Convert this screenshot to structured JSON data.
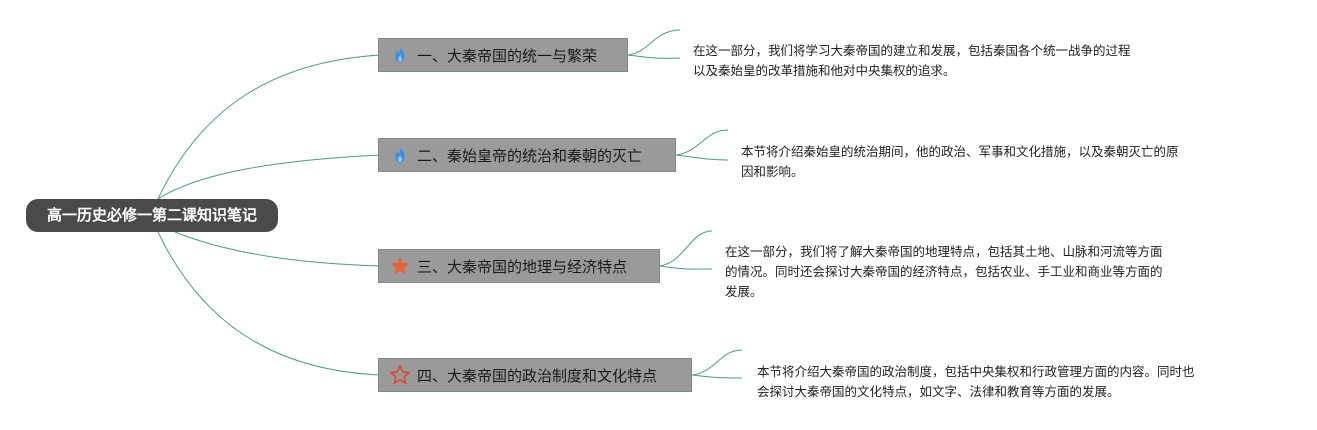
{
  "root": {
    "label": "高一历史必修一第二课知识笔记"
  },
  "branches": [
    {
      "icon": "fire-icon",
      "icon_color": "#3d8fe0",
      "label": "一、大秦帝国的统一与繁荣",
      "desc_lines": [
        "在这一部分，我们将学习大秦帝国的建立和发展，包括秦国各个统一战争的过程",
        "以及秦始皇的改革措施和他对中央集权的追求。"
      ]
    },
    {
      "icon": "fire-icon",
      "icon_color": "#3d8fe0",
      "label": "二、秦始皇帝的统治和秦朝的灭亡",
      "desc_lines": [
        "本节将介绍秦始皇的统治期间，他的政治、军事和文化措施，以及秦朝灭亡的原",
        "因和影响。"
      ]
    },
    {
      "icon": "star-filled-icon",
      "icon_color": "#e8643a",
      "label": "三、大秦帝国的地理与经济特点",
      "desc_lines": [
        "在这一部分，我们将了解大秦帝国的地理特点，包括其土地、山脉和河流等方面",
        "的情况。同时还会探讨大秦帝国的经济特点，包括农业、手工业和商业等方面的",
        "发展。"
      ]
    },
    {
      "icon": "star-outline-icon",
      "icon_color": "#e0412e",
      "label": "四、大秦帝国的政治制度和文化特点",
      "desc_lines": [
        "本节将介绍大秦帝国的政治制度，包括中央集权和行政管理方面的内容。同时也",
        "会探讨大秦帝国的文化特点，如文字、法律和教育等方面的发展。"
      ]
    }
  ],
  "colors": {
    "connector": "#4f9c7f",
    "node_fill": "#9a9a9a",
    "root_fill": "#4a4a4a"
  }
}
